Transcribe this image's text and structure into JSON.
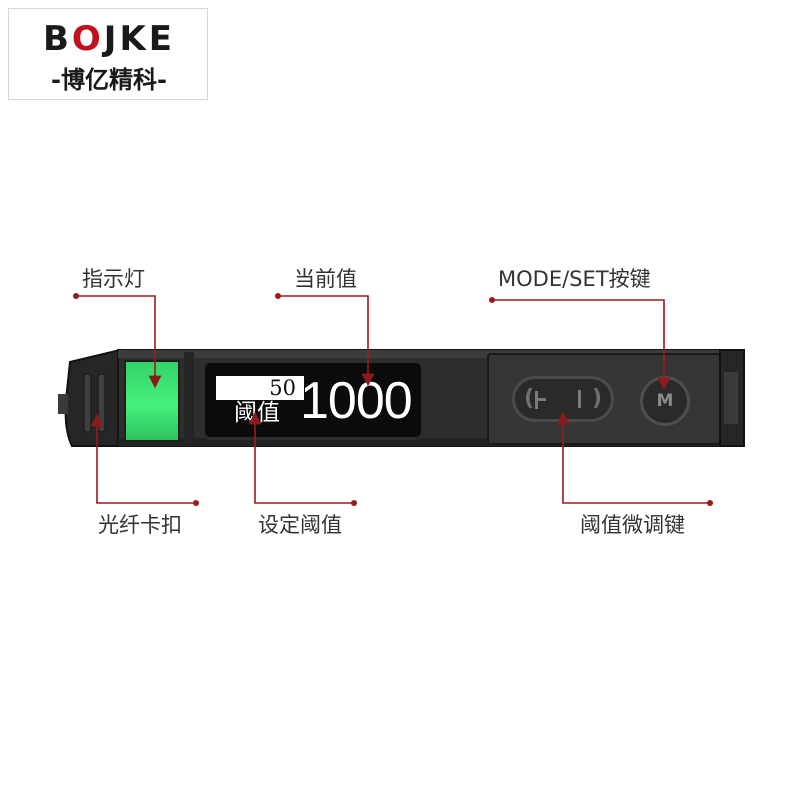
{
  "logo": {
    "brand": "BOJKE",
    "brand_o": "O",
    "brand_b": "B",
    "brand_rest": "JKE",
    "tagline": "-博亿精科-"
  },
  "callouts": {
    "indicator": "指示灯",
    "current_value": "当前值",
    "mode_set_key": "MODE/SET按键",
    "fiber_clip": "光纤卡扣",
    "set_threshold": "设定阈值",
    "threshold_adjust_keys": "阈值微调键"
  },
  "display": {
    "threshold_value": "50",
    "threshold_label": "阈值",
    "current_value": "1000"
  },
  "buttons": {
    "left_label": "(",
    "right_label": ")",
    "mode_label": "M"
  },
  "colors": {
    "accent_red": "#9b1b1b",
    "indicator_green": "#45f17a",
    "body_dark": "#2b2b2b"
  }
}
